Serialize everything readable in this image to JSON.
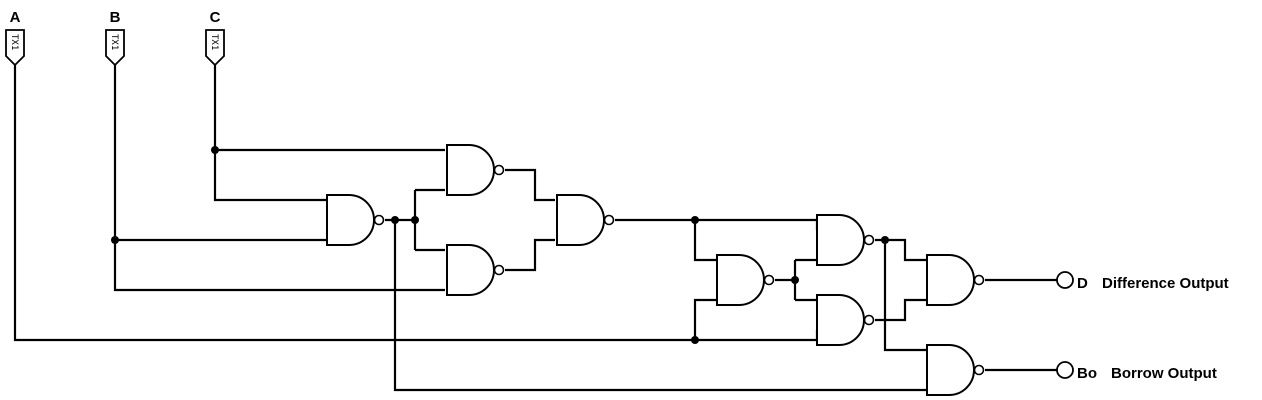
{
  "inputs": [
    {
      "label": "A",
      "probe": "TX1"
    },
    {
      "label": "B",
      "probe": "TX1"
    },
    {
      "label": "C",
      "probe": "TX1"
    }
  ],
  "outputs": {
    "difference": {
      "signal": "D",
      "caption": "Difference Output"
    },
    "borrow": {
      "signal": "Bo",
      "caption": "Borrow Output"
    }
  },
  "gates": [
    {
      "id": "g1",
      "type": "NAND"
    },
    {
      "id": "g2",
      "type": "NAND"
    },
    {
      "id": "g3",
      "type": "NAND"
    },
    {
      "id": "g4",
      "type": "NAND"
    },
    {
      "id": "g5",
      "type": "NAND"
    },
    {
      "id": "g6",
      "type": "NAND"
    },
    {
      "id": "g7",
      "type": "NAND"
    },
    {
      "id": "g8",
      "type": "NAND"
    },
    {
      "id": "g9",
      "type": "NAND"
    }
  ]
}
